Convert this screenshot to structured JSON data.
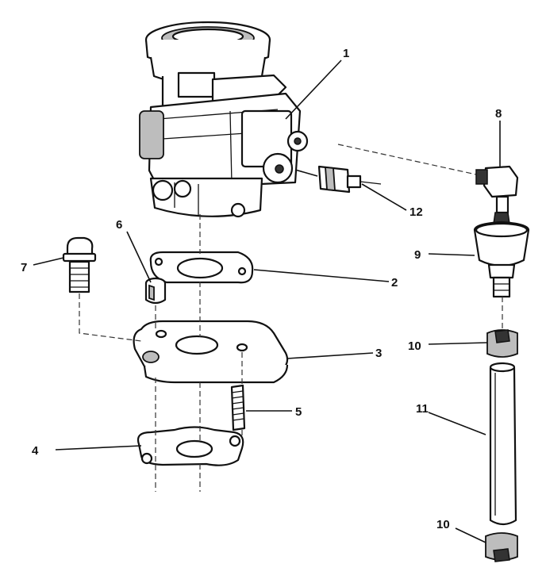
{
  "callouts": {
    "c1": "1",
    "c2": "2",
    "c3": "3",
    "c4": "4",
    "c5": "5",
    "c6": "6",
    "c7": "7",
    "c8": "8",
    "c9": "9",
    "c10a": "10",
    "c10b": "10",
    "c11": "11",
    "c12": "12"
  }
}
